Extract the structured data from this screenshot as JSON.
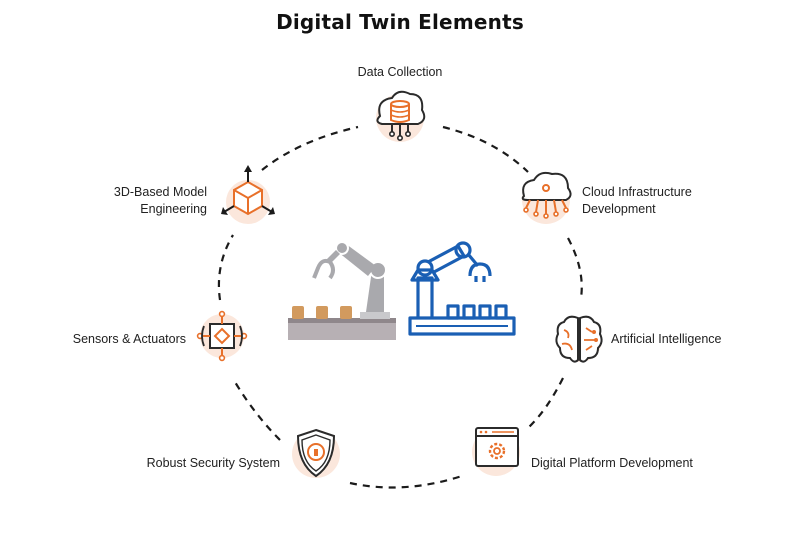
{
  "title": "Digital Twin Elements",
  "elements": [
    {
      "label": "Data Collection",
      "icon": "database-cloud-icon"
    },
    {
      "label_line1": "Cloud Infrastructure",
      "label_line2": "Development",
      "icon": "cloud-network-icon"
    },
    {
      "label": "Artificial Intelligence",
      "icon": "brain-circuit-icon"
    },
    {
      "label": "Digital Platform Development",
      "icon": "browser-gear-icon"
    },
    {
      "label": "Robust Security System",
      "icon": "shield-lock-icon"
    },
    {
      "label": "Sensors & Actuators",
      "icon": "sensor-chip-icon"
    },
    {
      "label_line1": "3D-Based Model",
      "label_line2": "Engineering",
      "icon": "3d-cube-icon"
    }
  ],
  "center": {
    "left_icon": "gray-robot-arm-icon",
    "right_icon": "blue-robot-arm-icon"
  },
  "colors": {
    "accent": "#e8702a",
    "dark": "#2b2b2b",
    "blue": "#1a5fb4",
    "gray": "#a9a9ad",
    "wood": "#d29a5e",
    "circle": "#fbe7dc"
  }
}
